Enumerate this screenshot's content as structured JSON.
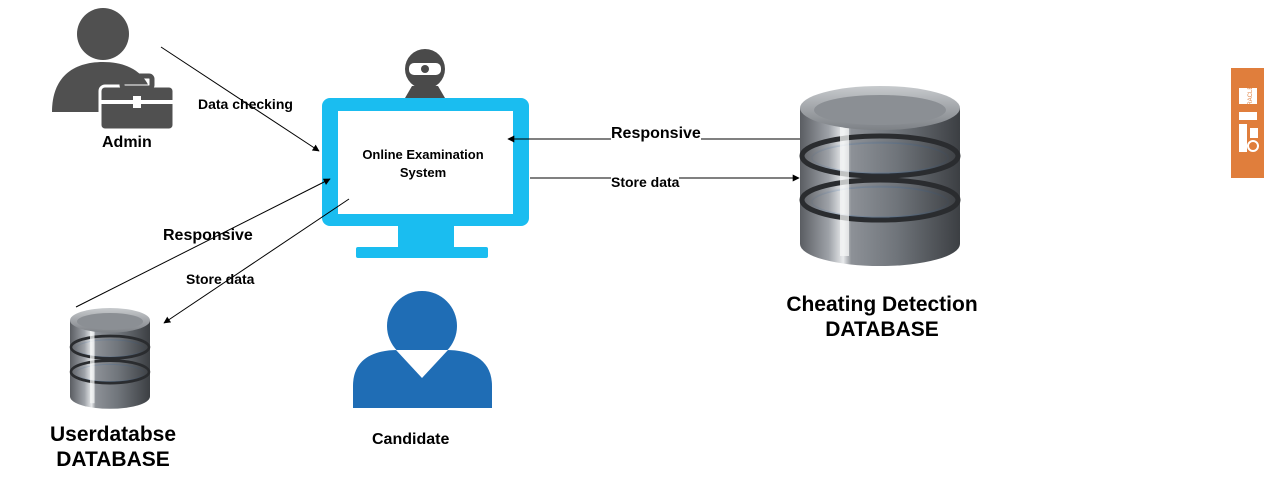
{
  "nodes": {
    "admin": {
      "label": "Admin"
    },
    "system": {
      "line1": "Online Examination",
      "line2": "System"
    },
    "candidate": {
      "label": "Candidate"
    },
    "user_db": {
      "line1": "Userdatabse",
      "line2": "DATABASE"
    },
    "cheat_db": {
      "line1": "Cheating Detection",
      "line2": "DATABASE"
    }
  },
  "edges": {
    "admin_to_system": "Data checking",
    "userdb_to_system": "Responsive",
    "system_to_userdb": "Store data",
    "cheatdb_to_system": "Responsive",
    "system_to_cheatdb": "Store data"
  },
  "icons": {
    "admin": "admin-user-briefcase-icon",
    "webcam": "webcam-icon",
    "monitor": "monitor-icon",
    "candidate": "candidate-user-icon",
    "database": "database-cylinder-icon",
    "badge": "oracle-badge-icon"
  },
  "badge": {
    "text": "ORACLE"
  },
  "colors": {
    "monitor": "#1ABDF0",
    "candidate": "#1F6DB5",
    "admin": "#505050",
    "badge": "#E07E3C",
    "db_glow": "#5FB3FF"
  }
}
